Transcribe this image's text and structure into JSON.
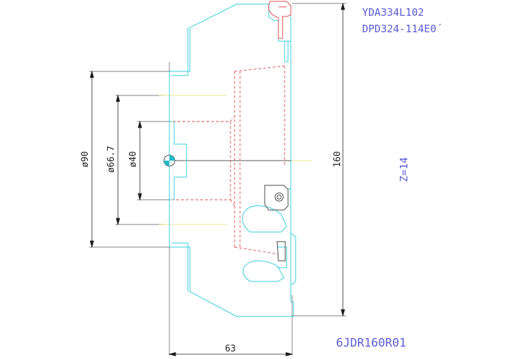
{
  "labels": {
    "part_code_1": "YDA334L102",
    "part_code_2": "DPD324-114E0´",
    "teeth": "Z=14",
    "model": "6JDR160R01"
  },
  "dimensions": {
    "d90": "ø90",
    "d66_7": "ø66.7",
    "d40": "ø40",
    "d160": "160",
    "width63": "63"
  },
  "colors": {
    "outline": "#33ccdd",
    "hidden": "#e04848",
    "dimension": "#1a1a1a",
    "center": "#e8e060",
    "text_accent": "#5b5bd6"
  }
}
